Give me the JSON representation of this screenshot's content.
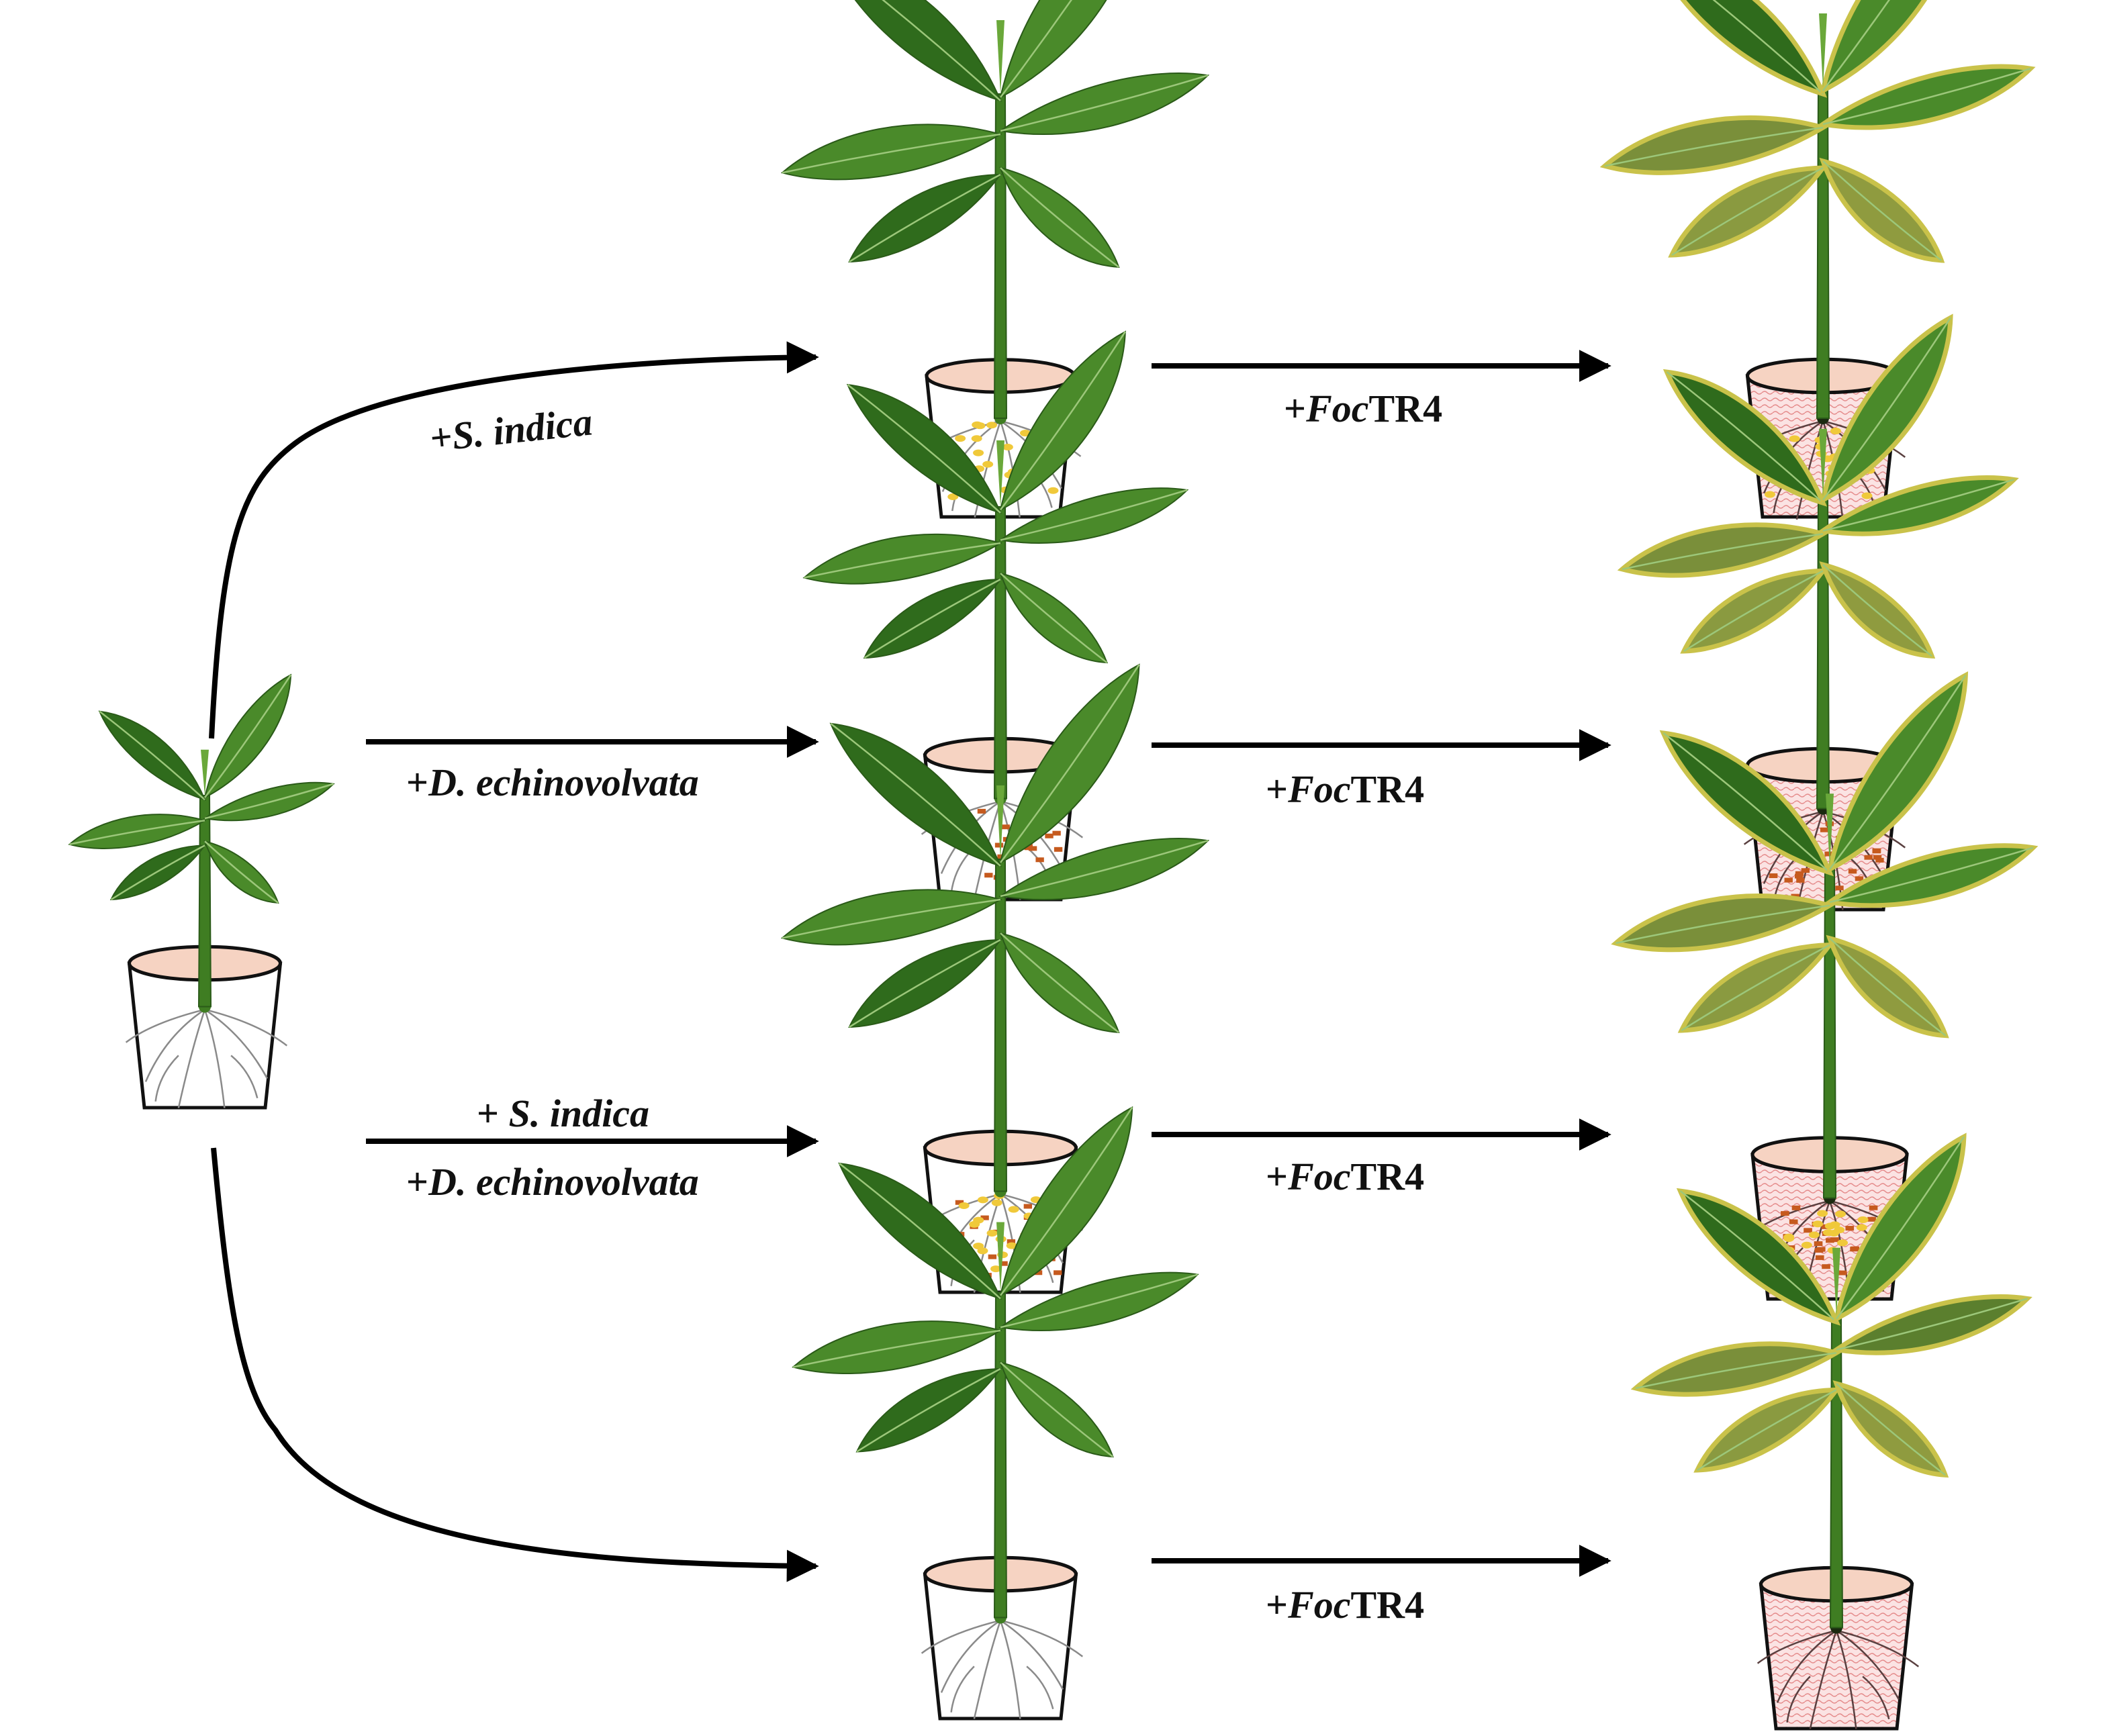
{
  "labels": {
    "branch_1": {
      "plus": "+",
      "species": "S. indica"
    },
    "branch_2": {
      "plus": "+",
      "species": "D. echinovolvata"
    },
    "branch_3_line1": {
      "plus": "+ ",
      "species": "S. indica"
    },
    "branch_3_line2": {
      "plus": "+",
      "species": "D. echinovolvata"
    },
    "infection": {
      "plus": "+",
      "pathogen": "Foc",
      "strain": "TR4"
    }
  },
  "colors": {
    "leaf_dark": "#2f6b1c",
    "leaf": "#4a8a2a",
    "leaf_light": "#6aa83a",
    "stem": "#3f7d22",
    "pot_rim": "#f6d3c2",
    "s_indica_spores": "#f0c93a",
    "d_echinovolvata_marks": "#c65a1e",
    "infected_soil": "#f3b9b9",
    "chlorosis": "#c9c24a",
    "arrow": "#000000"
  },
  "icons": {
    "plant": "banana-plantlet-icon",
    "pot": "pot-icon",
    "roots": "roots-icon"
  }
}
